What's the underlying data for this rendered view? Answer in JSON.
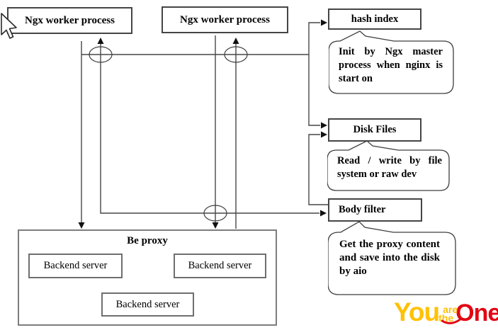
{
  "diagram": {
    "worker1": "Ngx worker process",
    "worker2": "Ngx worker process",
    "hash_index": "hash index",
    "disk_files": "Disk Files",
    "body_filter": "Body filter",
    "be_proxy": "Be proxy",
    "backend1": "Backend server",
    "backend2": "Backend server",
    "backend3": "Backend server",
    "notes": {
      "hash_index": "Init by Ngx master process when nginx is start on",
      "disk_files": "Read / write by file system or raw dev",
      "body_filter": "Get the proxy content and save into the disk by aio"
    }
  },
  "logo": {
    "you": "You",
    "are": "are",
    "the": "the",
    "one": "One",
    "yellow": "#FFC104",
    "red": "#E30613"
  },
  "colors": {
    "line": "#474747",
    "arrowhead": "#111111",
    "box_border": "#454545",
    "container_border": "#7d7d7d",
    "background": "#ffffff"
  }
}
